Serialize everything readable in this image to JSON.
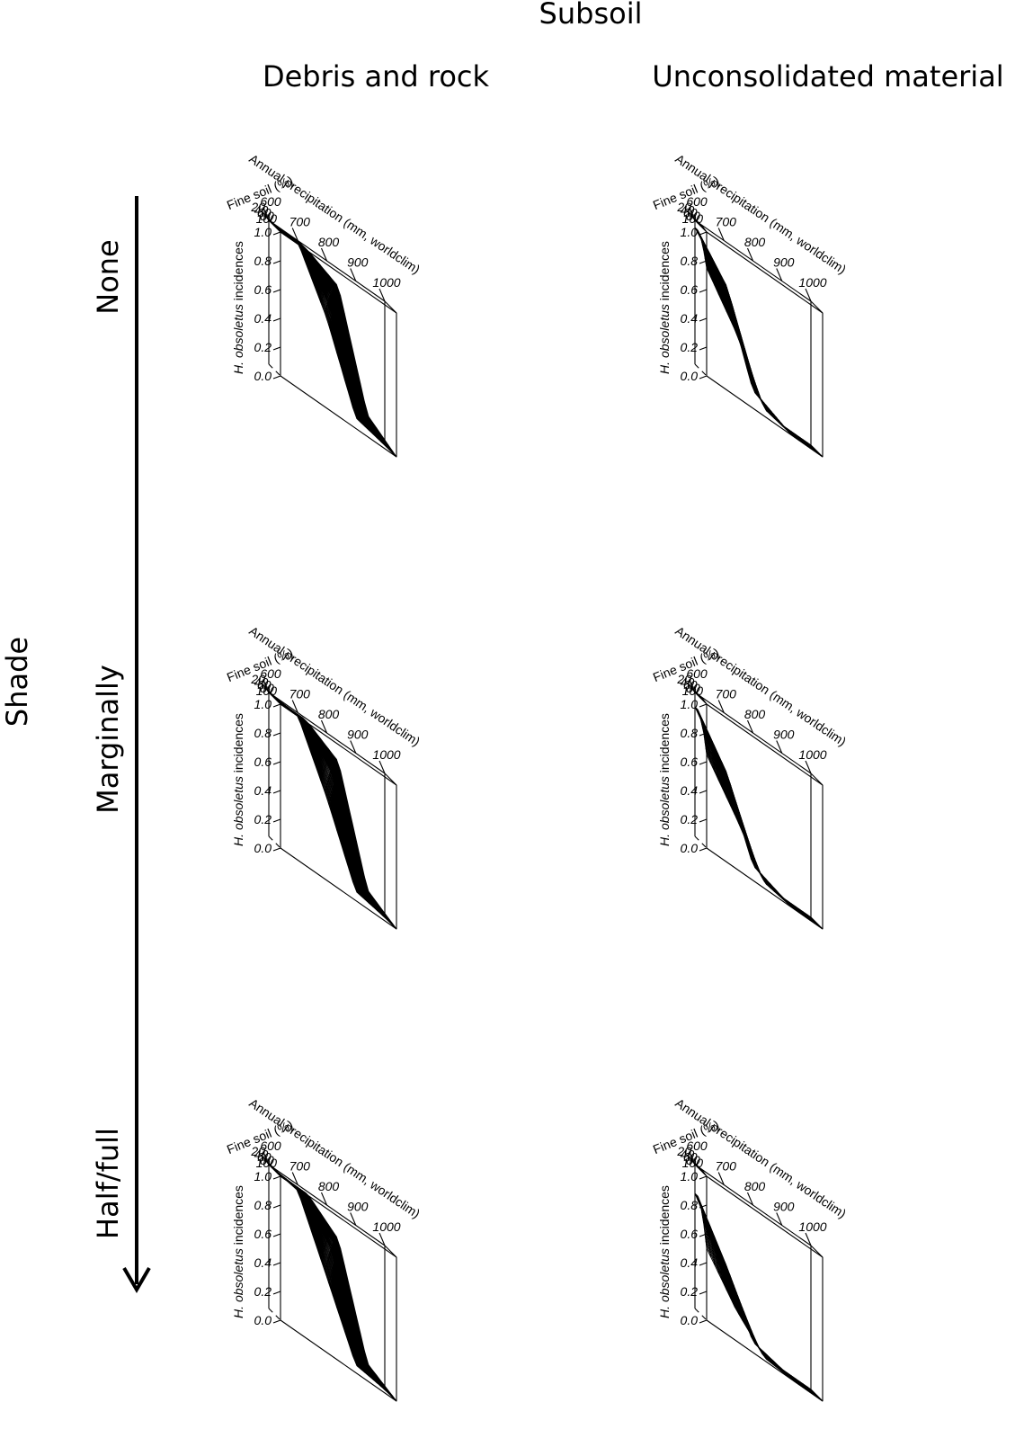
{
  "figure": {
    "title": "Subsoil",
    "row_factor_label": "Shade",
    "column_labels": [
      "Debris and rock",
      "Unconsolidated material"
    ],
    "row_labels": [
      "None",
      "Marginally",
      "Half/full"
    ]
  },
  "axes": {
    "x_label": "Annual precipitation (mm, worldclim)",
    "x_ticks": [
      "600",
      "700",
      "800",
      "900",
      "1000"
    ],
    "y_label": "Fine soil (%)",
    "y_ticks": [
      "20",
      "40",
      "60",
      "80",
      "100"
    ],
    "z_label_italic": "H. obsoletus",
    "z_label_rest": " incidences",
    "z_ticks": [
      "0.0",
      "0.2",
      "0.4",
      "0.6",
      "0.8",
      "1.0"
    ]
  },
  "chart_data": [
    {
      "type": "surface",
      "subsoil": "Debris and rock",
      "shade": "None",
      "x": [
        600,
        700,
        800,
        900,
        1000
      ],
      "y": [
        20,
        40,
        60,
        80,
        100
      ],
      "z": [
        [
          1.0,
          0.99,
          0.6,
          0.05,
          0.0
        ],
        [
          1.0,
          1.0,
          0.7,
          0.07,
          0.0
        ],
        [
          1.0,
          1.0,
          0.78,
          0.1,
          0.0
        ],
        [
          1.0,
          1.0,
          0.85,
          0.12,
          0.0
        ],
        [
          1.0,
          1.0,
          0.9,
          0.15,
          0.0
        ]
      ],
      "zlim": [
        0,
        1
      ]
    },
    {
      "type": "surface",
      "subsoil": "Unconsolidated material",
      "shade": "None",
      "x": [
        600,
        700,
        800,
        900,
        1000
      ],
      "y": [
        20,
        40,
        60,
        80,
        100
      ],
      "z": [
        [
          0.95,
          0.7,
          0.1,
          0.0,
          0.0
        ],
        [
          0.95,
          0.7,
          0.1,
          0.0,
          0.0
        ],
        [
          0.92,
          0.65,
          0.09,
          0.0,
          0.0
        ],
        [
          0.85,
          0.55,
          0.07,
          0.0,
          0.0
        ],
        [
          0.75,
          0.45,
          0.05,
          0.0,
          0.0
        ]
      ],
      "zlim": [
        0,
        1
      ]
    },
    {
      "type": "surface",
      "subsoil": "Debris and rock",
      "shade": "Marginally",
      "x": [
        600,
        700,
        800,
        900,
        1000
      ],
      "y": [
        20,
        40,
        60,
        80,
        100
      ],
      "z": [
        [
          1.0,
          0.98,
          0.55,
          0.04,
          0.0
        ],
        [
          1.0,
          0.99,
          0.65,
          0.06,
          0.0
        ],
        [
          1.0,
          1.0,
          0.75,
          0.08,
          0.0
        ],
        [
          1.0,
          1.0,
          0.82,
          0.1,
          0.0
        ],
        [
          1.0,
          1.0,
          0.88,
          0.13,
          0.0
        ]
      ],
      "zlim": [
        0,
        1
      ]
    },
    {
      "type": "surface",
      "subsoil": "Unconsolidated material",
      "shade": "Marginally",
      "x": [
        600,
        700,
        800,
        900,
        1000
      ],
      "y": [
        20,
        40,
        60,
        80,
        100
      ],
      "z": [
        [
          0.9,
          0.6,
          0.08,
          0.0,
          0.0
        ],
        [
          0.9,
          0.6,
          0.08,
          0.0,
          0.0
        ],
        [
          0.85,
          0.55,
          0.07,
          0.0,
          0.0
        ],
        [
          0.78,
          0.47,
          0.05,
          0.0,
          0.0
        ],
        [
          0.65,
          0.36,
          0.04,
          0.0,
          0.0
        ]
      ],
      "zlim": [
        0,
        1
      ]
    },
    {
      "type": "surface",
      "subsoil": "Debris and rock",
      "shade": "Half/full",
      "x": [
        600,
        700,
        800,
        900,
        1000
      ],
      "y": [
        20,
        40,
        60,
        80,
        100
      ],
      "z": [
        [
          1.0,
          0.96,
          0.5,
          0.03,
          0.0
        ],
        [
          1.0,
          0.98,
          0.6,
          0.05,
          0.0
        ],
        [
          1.0,
          0.99,
          0.7,
          0.07,
          0.0
        ],
        [
          1.0,
          1.0,
          0.78,
          0.09,
          0.0
        ],
        [
          1.0,
          1.0,
          0.84,
          0.12,
          0.0
        ]
      ],
      "zlim": [
        0,
        1
      ]
    },
    {
      "type": "surface",
      "subsoil": "Unconsolidated material",
      "shade": "Half/full",
      "x": [
        600,
        700,
        800,
        900,
        1000
      ],
      "y": [
        20,
        40,
        60,
        80,
        100
      ],
      "z": [
        [
          0.8,
          0.45,
          0.05,
          0.0,
          0.0
        ],
        [
          0.8,
          0.45,
          0.05,
          0.0,
          0.0
        ],
        [
          0.75,
          0.4,
          0.04,
          0.0,
          0.0
        ],
        [
          0.65,
          0.32,
          0.03,
          0.0,
          0.0
        ],
        [
          0.5,
          0.22,
          0.02,
          0.0,
          0.0
        ]
      ],
      "zlim": [
        0,
        1
      ]
    }
  ]
}
